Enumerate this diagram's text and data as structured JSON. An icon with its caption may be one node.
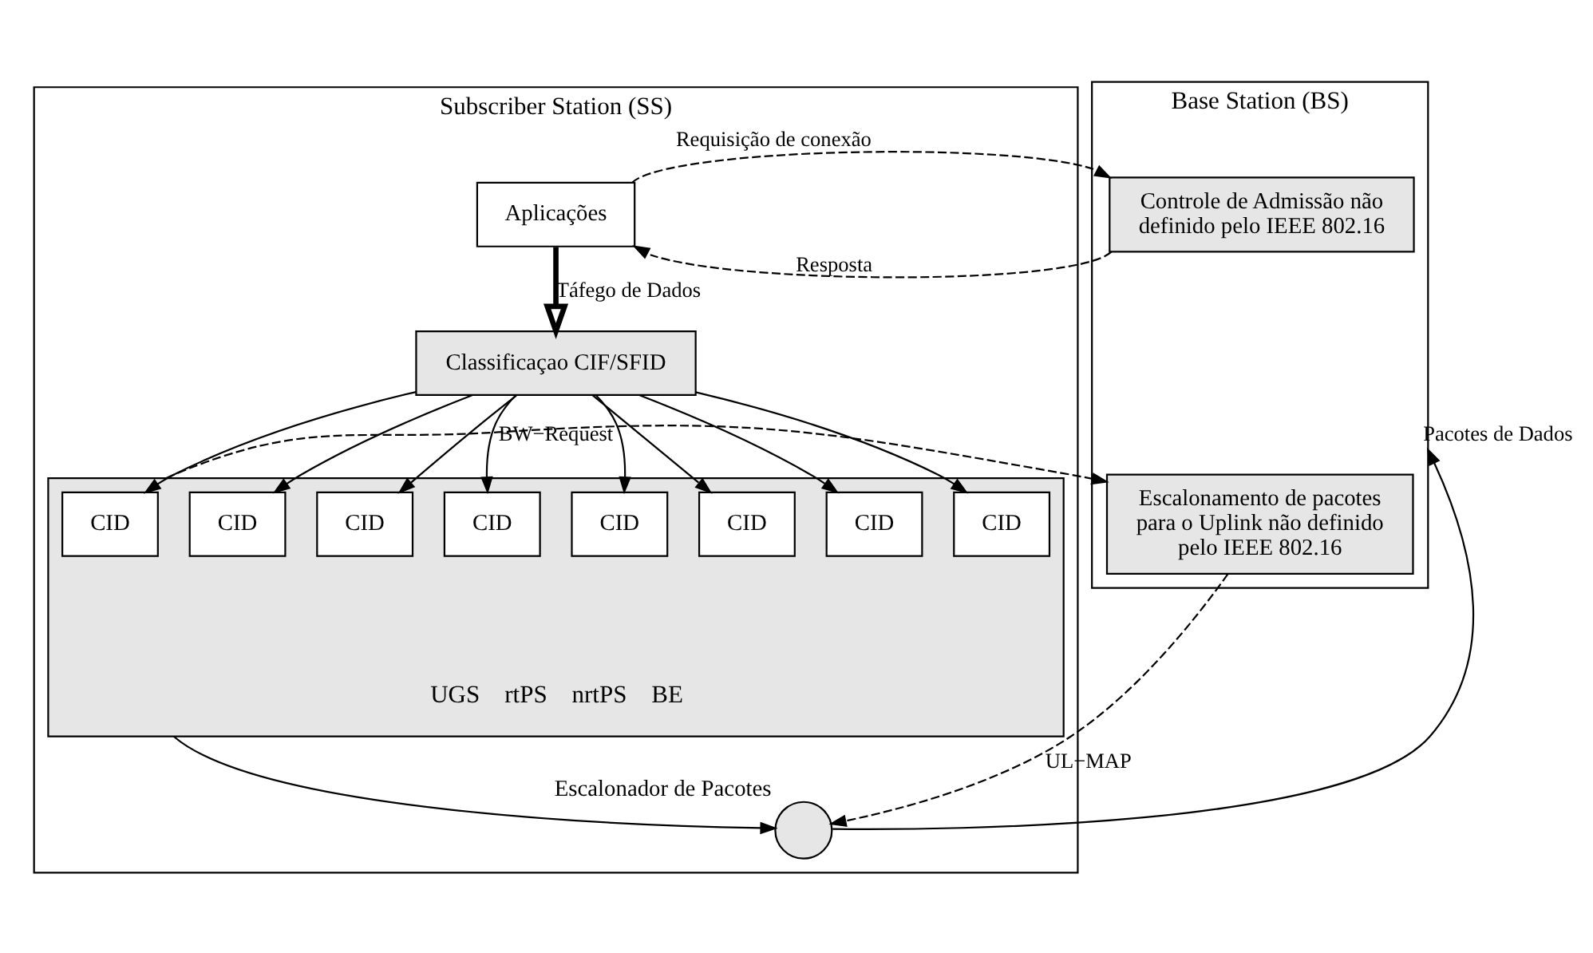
{
  "diagram": {
    "nodes": [
      {
        "text": [
          "Subscriber Station (SS)"
        ]
      },
      {
        "text": [
          "Aplicações"
        ],
        "in": 0
      },
      {
        "text": [
          "Classificaçao CIF/SFID"
        ],
        "in": 0
      },
      {
        "text": [],
        "shape": "box",
        "in": 0,
        "beside": [
          "UGS",
          "rtPS",
          "nrtPS",
          "BE"
        ]
      },
      {
        "text": [
          "CID"
        ],
        "in": 3
      },
      {
        "text": [
          "CID"
        ],
        "in": 3
      },
      {
        "text": [
          "CID"
        ],
        "in": 3
      },
      {
        "text": [
          "CID"
        ],
        "in": 3
      },
      {
        "text": [
          "CID"
        ],
        "in": 3
      },
      {
        "text": [
          "CID"
        ],
        "in": 3
      },
      {
        "text": [
          "CID"
        ],
        "in": 3
      },
      {
        "text": [
          "CID"
        ],
        "in": 3
      },
      {
        "text": [],
        "shape": "circle",
        "in": 0,
        "beside": [
          "Escalonador de Pacotes"
        ]
      },
      {
        "text": [
          "Base Station (BS)"
        ]
      },
      {
        "text": [
          "Controle de Admissão não definido pelo IEEE 802.16"
        ],
        "in": 13
      },
      {
        "text": [
          "Escalonamento de pacotes para o Uplink não definido pelo IEEE 802.16"
        ],
        "in": 13
      }
    ],
    "edges": [
      {
        "from": 1,
        "to": 14,
        "arrow": "to",
        "style": "dashed",
        "label": "Requisição de conexão"
      },
      {
        "from": 14,
        "to": 1,
        "arrow": "to",
        "style": "dashed",
        "label": "Resposta"
      },
      {
        "from": 1,
        "to": 2,
        "arrow": "to",
        "style": "thick",
        "label": "Táfego de Dados"
      },
      {
        "from": 2,
        "to": 4,
        "arrow": "to"
      },
      {
        "from": 2,
        "to": 5,
        "arrow": "to"
      },
      {
        "from": 2,
        "to": 6,
        "arrow": "to"
      },
      {
        "from": 2,
        "to": 7,
        "arrow": "to"
      },
      {
        "from": 2,
        "to": 8,
        "arrow": "to"
      },
      {
        "from": 2,
        "to": 9,
        "arrow": "to"
      },
      {
        "from": 2,
        "to": 10,
        "arrow": "to"
      },
      {
        "from": 2,
        "to": 11,
        "arrow": "to"
      },
      {
        "from": 3,
        "to": 12,
        "arrow": "to"
      },
      {
        "from": 3,
        "to": 15,
        "arrow": "to",
        "style": "dashed",
        "label": "BW−Request"
      },
      {
        "from": 15,
        "to": 12,
        "arrow": "to",
        "style": "dashed",
        "label": "UL−MAP"
      },
      {
        "from": 12,
        "to": 13,
        "arrow": "to",
        "label": "Pacotes de Dados"
      }
    ]
  }
}
